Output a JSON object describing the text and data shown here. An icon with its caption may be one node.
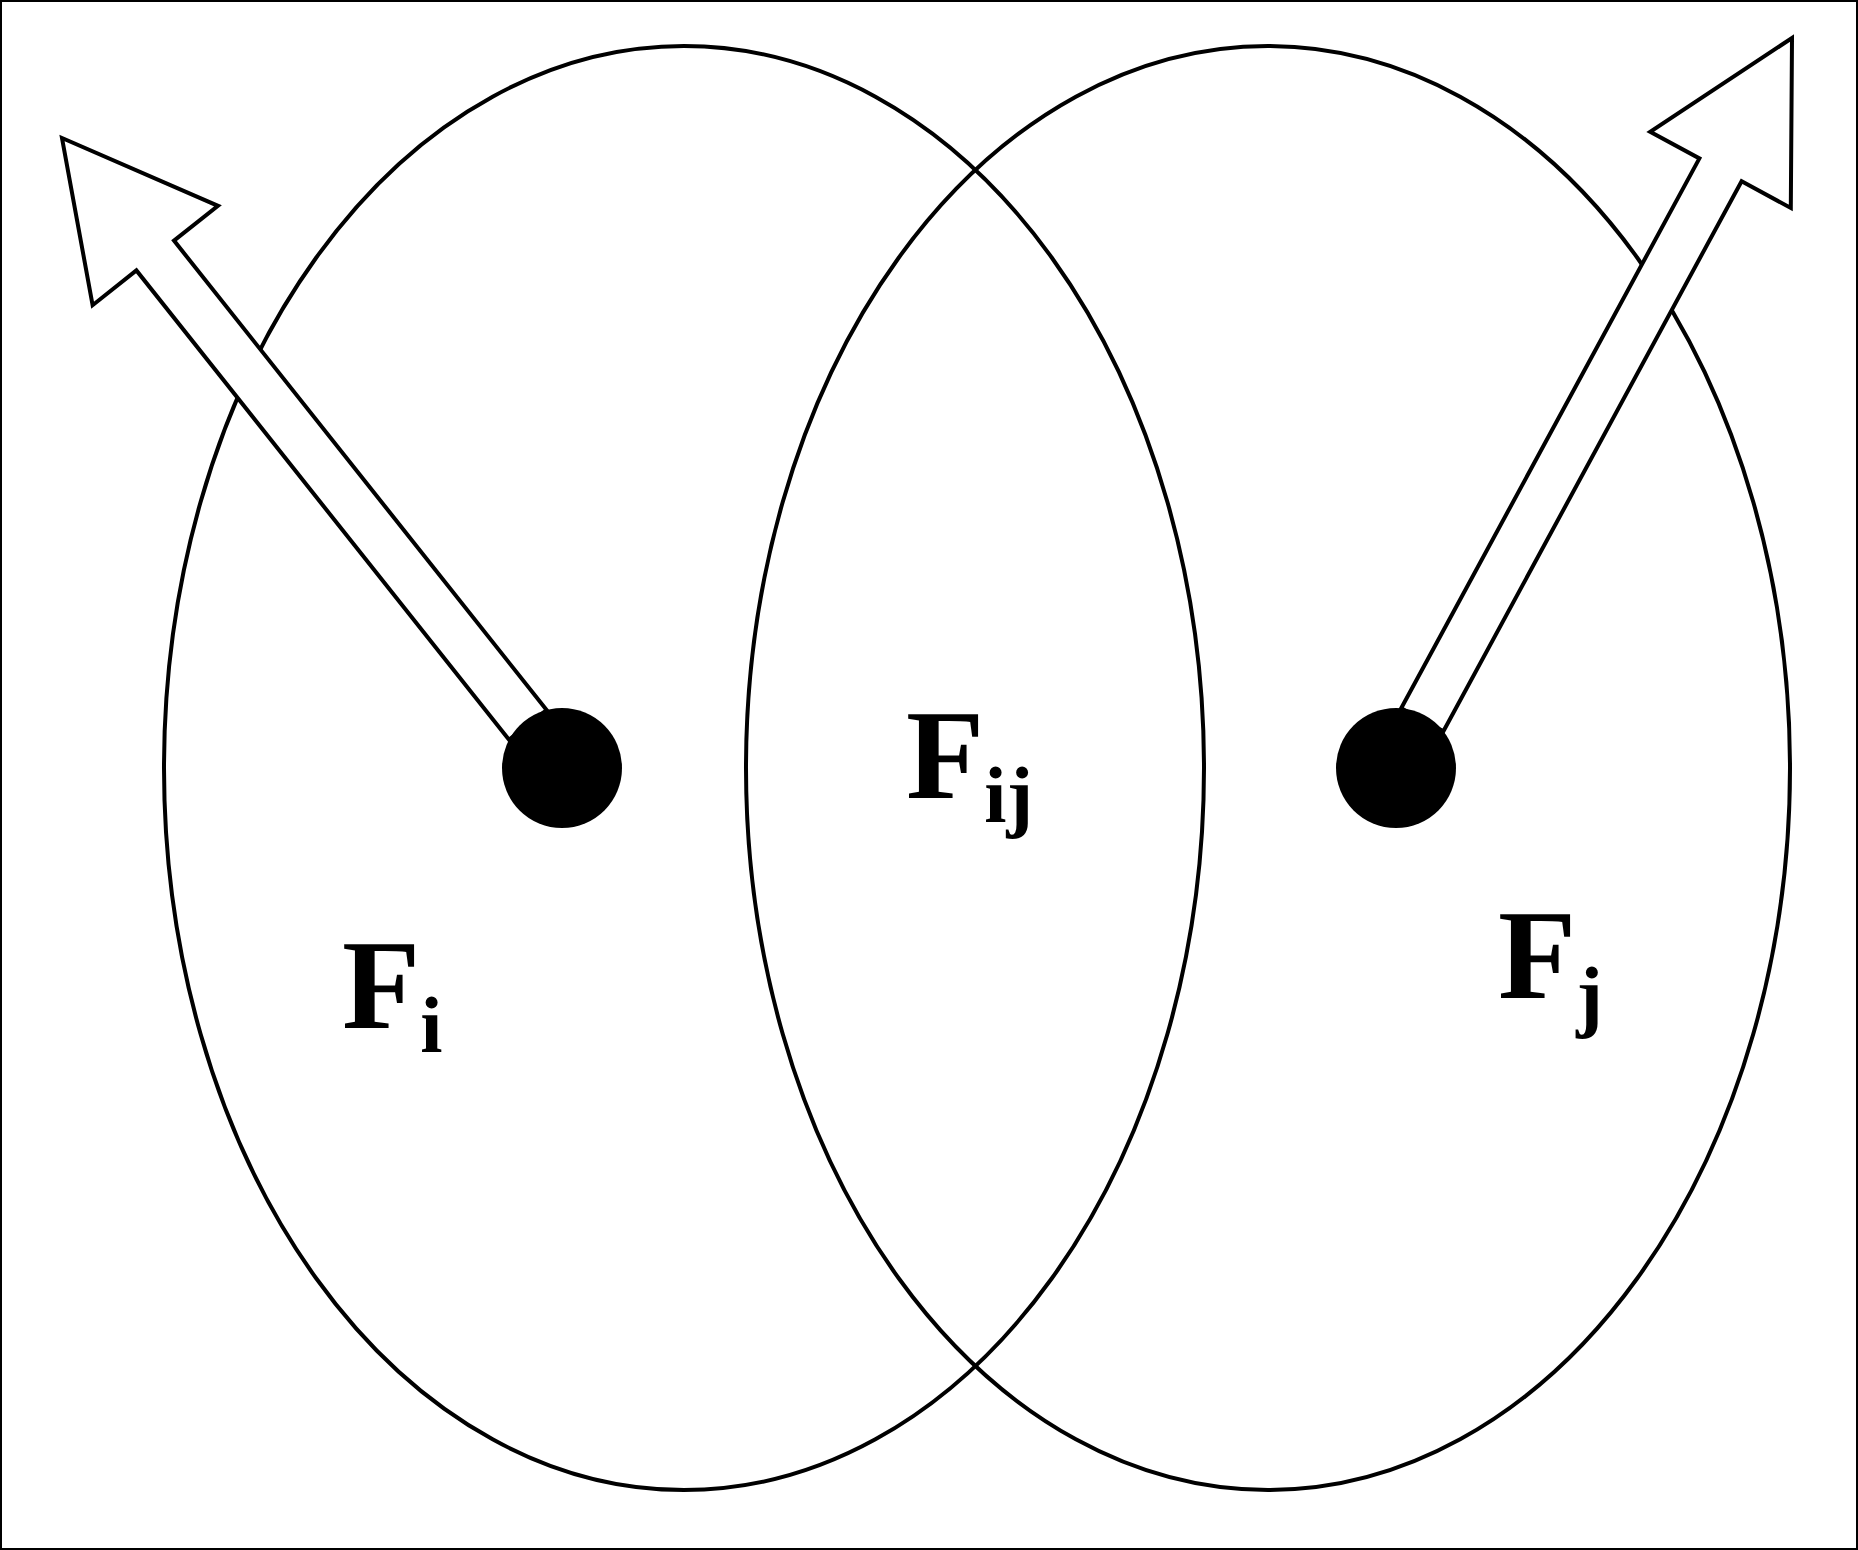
{
  "diagram": {
    "nodes": [
      {
        "text": [
          "F$_{i}$"
        ]
      },
      {
        "text": [
          "F$_{j}$"
        ]
      },
      {
        "text": [],
        "shape": "circle",
        "in": 0
      },
      {
        "text": [],
        "shape": "circle",
        "in": 1
      }
    ],
    "edges": [
      {
        "from": 2,
        "to": null,
        "arrow": "to"
      },
      {
        "from": 3,
        "to": null,
        "arrow": "to"
      }
    ],
    "labels": [
      "F$_{ij}$"
    ]
  }
}
